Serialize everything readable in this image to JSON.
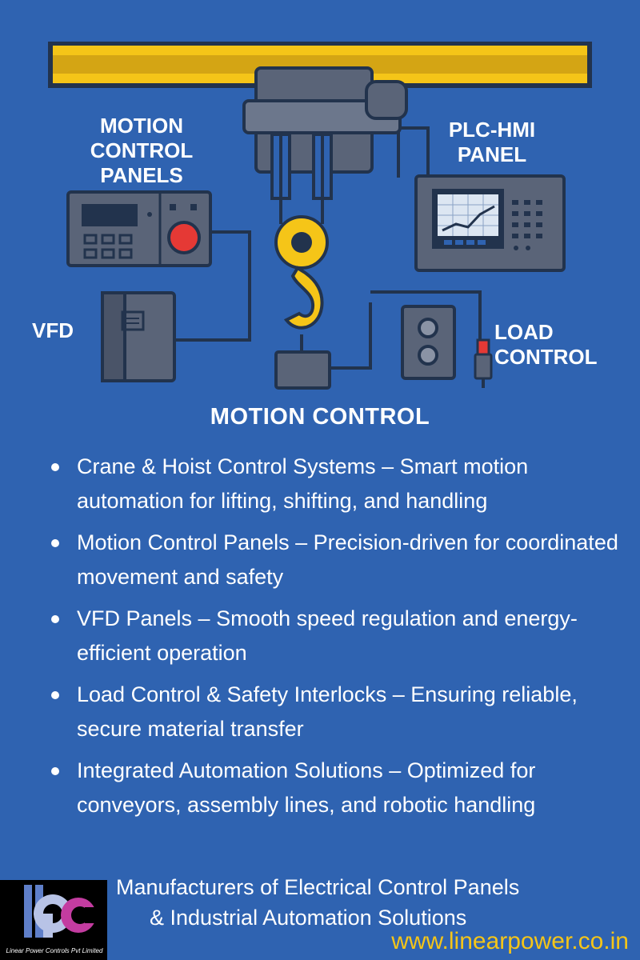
{
  "labels": {
    "motion_control_panels": "MOTION\nCONTROL\nPANELS",
    "plc_hmi_panel": "PLC-HMI\nPANEL",
    "vfd": "VFD",
    "load_control": "LOAD\nCONTROL"
  },
  "section_title": "MOTION CONTROL",
  "features": [
    "Crane & Hoist Control Systems – Smart motion automation for lifting, shifting, and handling",
    "Motion Control Panels – Precision-driven for coordinated movement and safety",
    "VFD Panels – Smooth speed regulation and energy-efficient operation",
    "Load Control & Safety Interlocks – Ensuring reliable, secure material transfer",
    "Integrated Automation Solutions – Optimized for conveyors, assembly lines, and robotic handling"
  ],
  "footer": {
    "tagline_line1": "Manufacturers of Electrical Control Panels",
    "tagline_line2": "& Industrial Automation Solutions",
    "website": "www.linearpower.co.in",
    "logo_caption": "Linear Power Controls Pvt Limited",
    "logo_letters": "lpc"
  },
  "colors": {
    "background": "#2f63b1",
    "beam": "#f5c518",
    "outline": "#22334d",
    "panel": "#5a6478",
    "hook": "#f5c518",
    "accent_red": "#e53935",
    "website": "#f5c518"
  }
}
